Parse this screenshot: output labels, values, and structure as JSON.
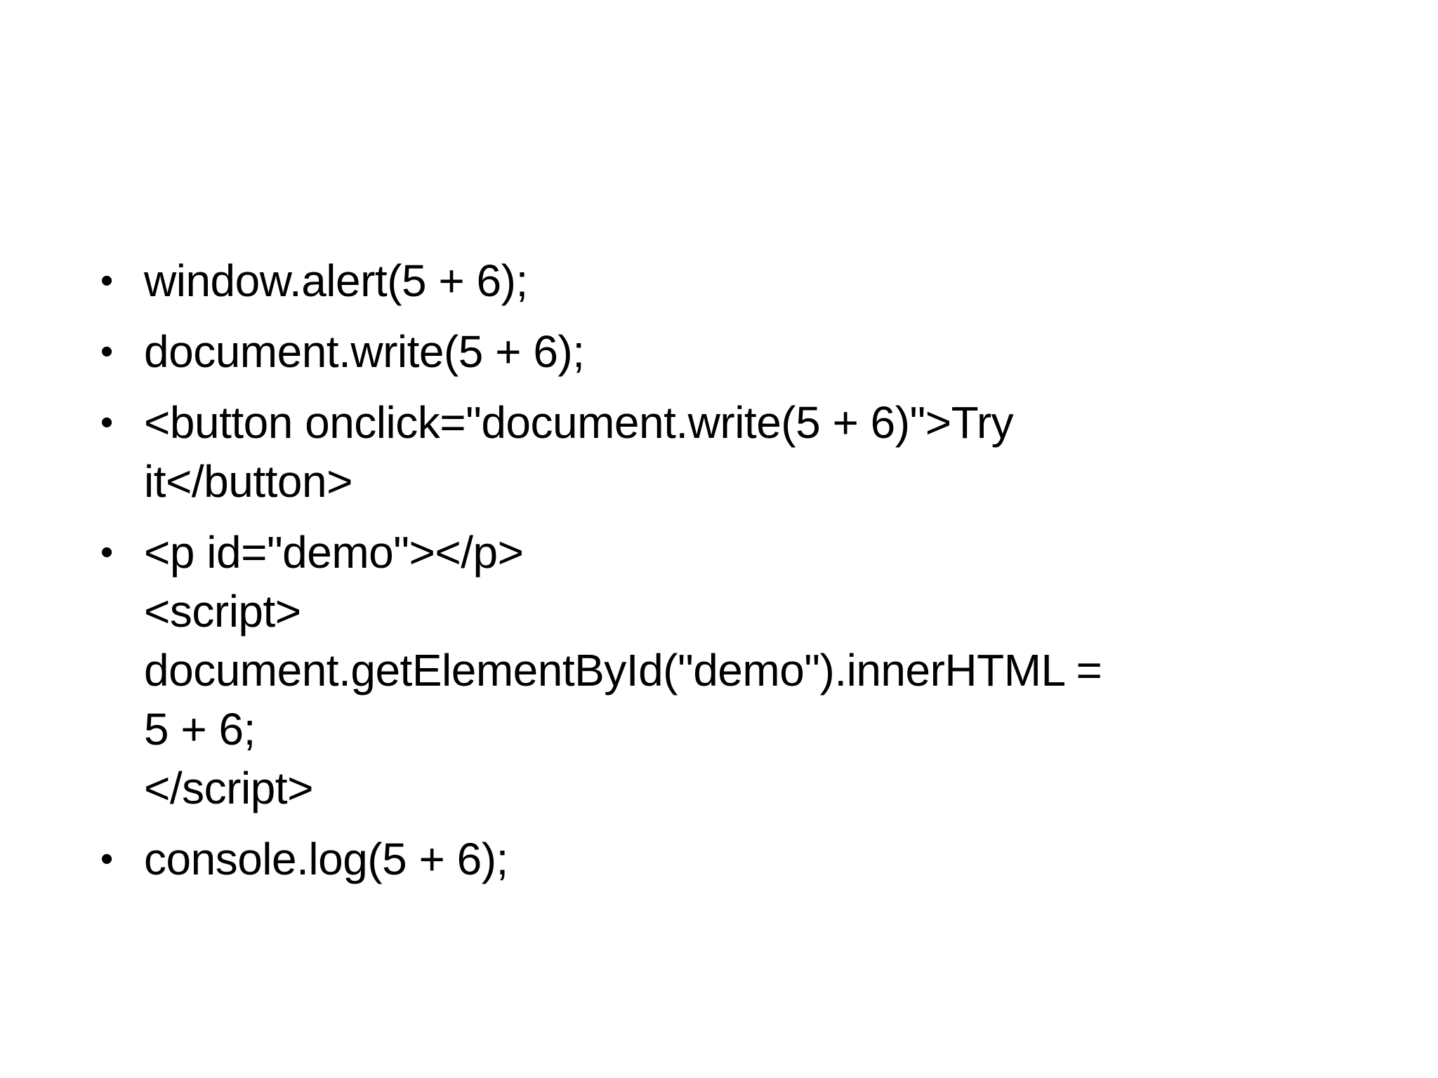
{
  "slide": {
    "background_color": "#ffffff",
    "text_color": "#000000",
    "bullet_glyph": "•",
    "bullets": [
      {
        "lines": [
          "window.alert(5 + 6);"
        ]
      },
      {
        "lines": [
          "document.write(5 + 6);"
        ]
      },
      {
        "lines": [
          "<button onclick=\"document.write(5 + 6)\">Try",
          "it</button>"
        ]
      },
      {
        "lines": [
          "<p id=\"demo\"></p>",
          "<script>",
          "document.getElementById(\"demo\").innerHTML =",
          "5 + 6;",
          "</script>"
        ]
      },
      {
        "lines": [
          "console.log(5 + 6);"
        ]
      }
    ]
  }
}
